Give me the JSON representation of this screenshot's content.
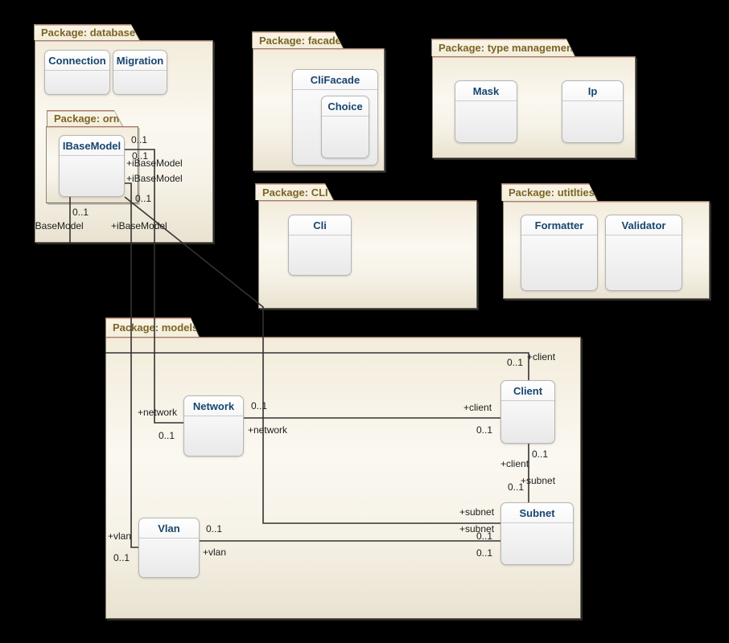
{
  "diagram": {
    "packages": {
      "database": {
        "label": "Package: database"
      },
      "orm": {
        "label": "Package: orm"
      },
      "facades": {
        "label": "Package: facades"
      },
      "type_management": {
        "label": "Package: type management"
      },
      "cli": {
        "label": "Package: CLI"
      },
      "utilities": {
        "label": "Package: utitlties"
      },
      "models": {
        "label": "Package: models"
      }
    },
    "classes": {
      "connection": {
        "label": "Connection"
      },
      "migration": {
        "label": "Migration"
      },
      "ibasemodel": {
        "label": "IBaseModel"
      },
      "clifacade": {
        "label": "CliFacade"
      },
      "choice": {
        "label": "Choice"
      },
      "mask": {
        "label": "Mask"
      },
      "ip": {
        "label": "Ip"
      },
      "cli": {
        "label": "Cli"
      },
      "formatter": {
        "label": "Formatter"
      },
      "validator": {
        "label": "Validator"
      },
      "network": {
        "label": "Network"
      },
      "client": {
        "label": "Client"
      },
      "vlan": {
        "label": "Vlan"
      },
      "subnet": {
        "label": "Subnet"
      }
    },
    "edge_labels": [
      {
        "text": "0..1"
      },
      {
        "text": "0..1"
      },
      {
        "text": "+iBaseModel"
      },
      {
        "text": "+iBaseModel"
      },
      {
        "text": "0..1"
      },
      {
        "text": "0..1"
      },
      {
        "text": "iBaseModel"
      },
      {
        "text": "+iBaseModel"
      },
      {
        "text": "0..1"
      },
      {
        "text": "+client"
      },
      {
        "text": "+network"
      },
      {
        "text": "0..1"
      },
      {
        "text": "0..1"
      },
      {
        "text": "+network"
      },
      {
        "text": "+client"
      },
      {
        "text": "0..1"
      },
      {
        "text": "0..1"
      },
      {
        "text": "+client"
      },
      {
        "text": "+subnet"
      },
      {
        "text": "0..1"
      },
      {
        "text": "+subnet"
      },
      {
        "text": "+subnet"
      },
      {
        "text": "0..1"
      },
      {
        "text": "0..1"
      },
      {
        "text": "+vlan"
      },
      {
        "text": "0..1"
      },
      {
        "text": "0..1"
      },
      {
        "text": "+vlan"
      }
    ],
    "colors": {
      "background": "#000000",
      "package_label": "#7d6426",
      "class_title": "#17456e",
      "line": "#333333"
    }
  }
}
